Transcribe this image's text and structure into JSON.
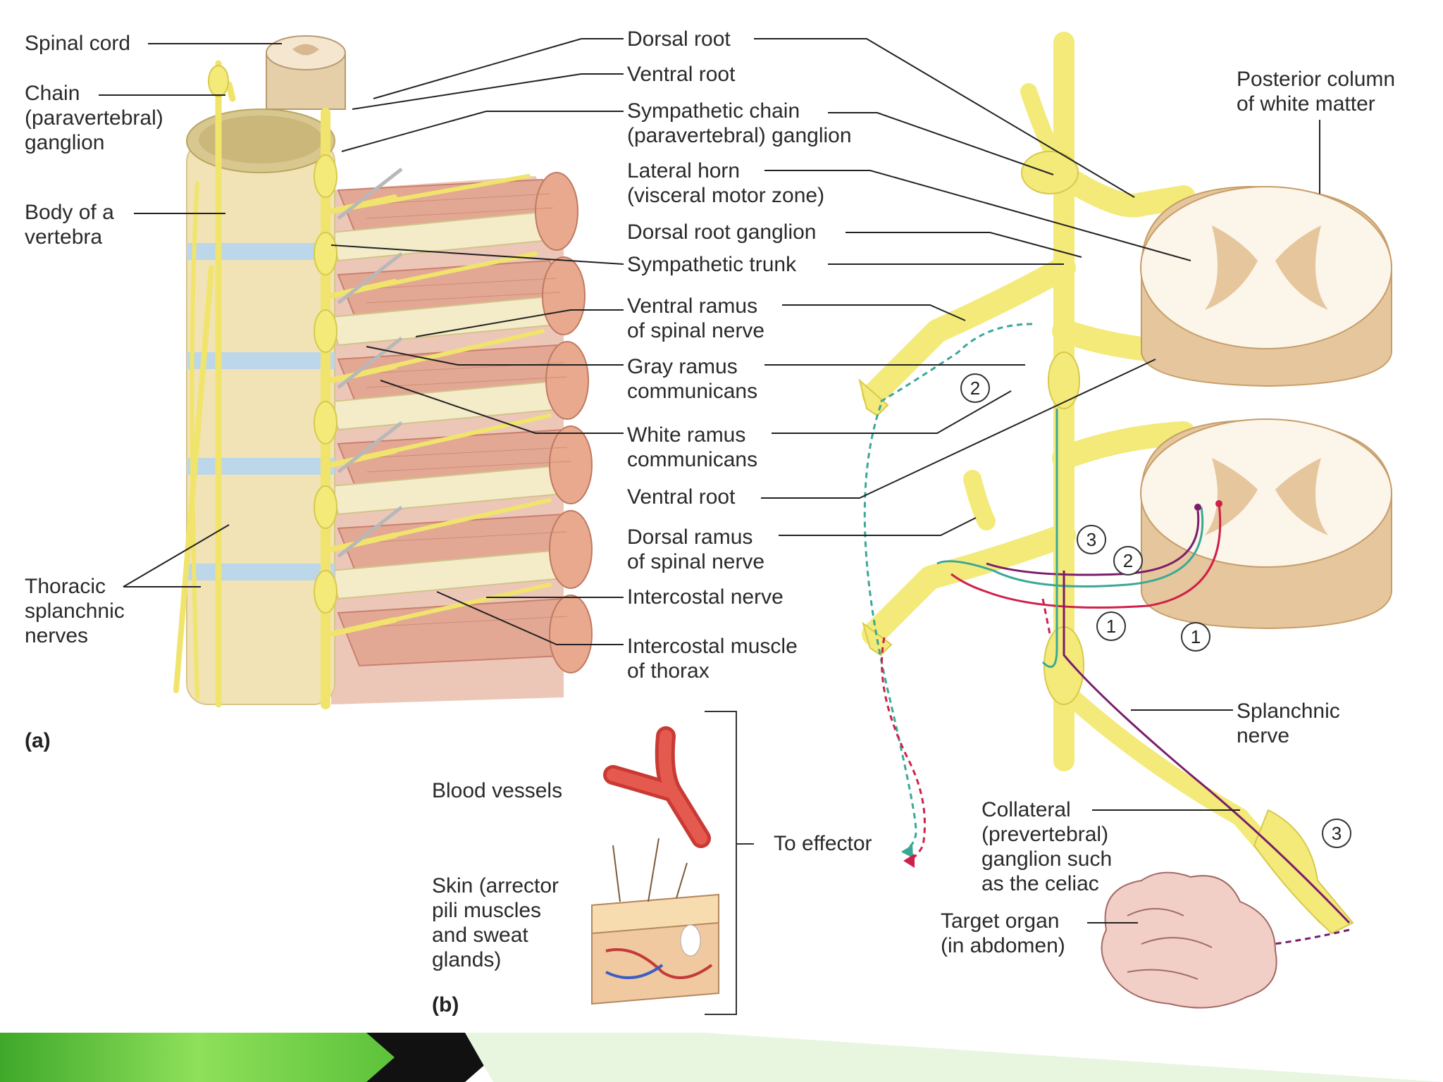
{
  "panel_a": "(a)",
  "panel_b": "(b)",
  "left_labels": {
    "spinal_cord": "Spinal cord",
    "chain_ganglion": [
      "Chain",
      "(paravertebral)",
      "ganglion"
    ],
    "body_vertebra": [
      "Body of a",
      "vertebra"
    ],
    "thoracic_splanchnic": [
      "Thoracic",
      "splanchnic",
      "nerves"
    ]
  },
  "center_labels": {
    "dorsal_root": "Dorsal root",
    "ventral_root_top": "Ventral root",
    "sympathetic_chain_ganglion": [
      "Sympathetic chain",
      "(paravertebral) ganglion"
    ],
    "lateral_horn": [
      "Lateral horn",
      "(visceral motor zone)"
    ],
    "dorsal_root_ganglion": "Dorsal root ganglion",
    "sympathetic_trunk": "Sympathetic trunk",
    "ventral_ramus": [
      "Ventral ramus",
      "of spinal nerve"
    ],
    "gray_ramus": [
      "Gray ramus",
      "communicans"
    ],
    "white_ramus": [
      "White ramus",
      "communicans"
    ],
    "ventral_root_bottom": "Ventral root",
    "dorsal_ramus": [
      "Dorsal ramus",
      "of spinal nerve"
    ],
    "intercostal_nerve": "Intercostal nerve",
    "intercostal_muscle": [
      "Intercostal muscle",
      "of thorax"
    ]
  },
  "right_labels": {
    "posterior_column": [
      "Posterior column",
      "of white matter"
    ],
    "splanchnic_nerve": [
      "Splanchnic",
      "nerve"
    ],
    "collateral_ganglion": [
      "Collateral",
      "(prevertebral)",
      "ganglion such",
      "as the celiac"
    ],
    "target_organ": [
      "Target organ",
      "(in abdomen)"
    ]
  },
  "effector_labels": {
    "blood_vessels": "Blood vessels",
    "skin": [
      "Skin (arrector",
      "pili muscles",
      "and sweat",
      "glands)"
    ],
    "to_effector": "To effector"
  },
  "pathway_numbers": {
    "upper_2": "2",
    "mid_3": "3",
    "mid_2": "2",
    "left_1": "1",
    "right_1": "1",
    "ganglion_3": "3"
  },
  "colors": {
    "nerve": "#f3ea7a",
    "nerve_outline": "#d8c94a",
    "bone": "#f1e3b6",
    "disc": "#bcd6ea",
    "muscle": "#e3a894",
    "grey_matter": "#e9d1ad",
    "pathway_red": "#d0204a",
    "pathway_teal": "#3aa896",
    "pathway_purple": "#7a1c6a",
    "footer_green": "#7cd34a"
  }
}
